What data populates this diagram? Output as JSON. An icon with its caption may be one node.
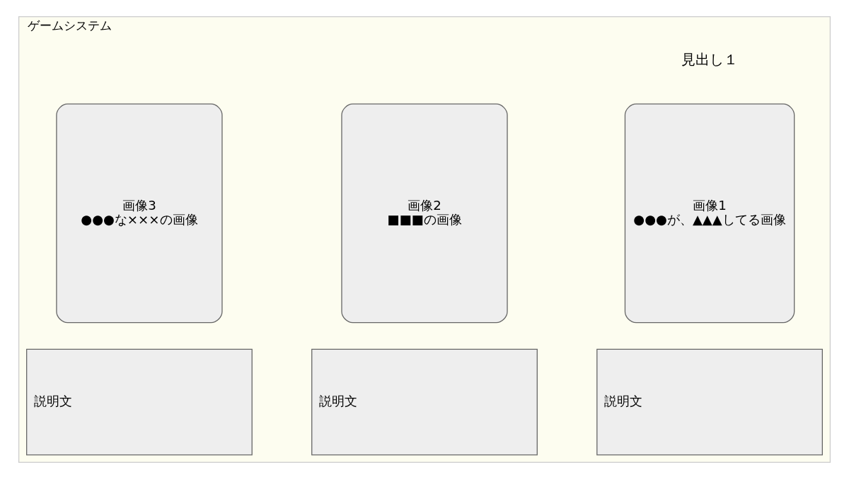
{
  "diagram": {
    "nodes": [
      {
        "text": [
          "ゲームシステム"
        ]
      },
      {
        "text": [
          "画像1",
          "●●●が、▲▲▲してる画像"
        ],
        "in": 0
      },
      {
        "text": [
          "画像2",
          "■■■の画像"
        ],
        "in": 0
      },
      {
        "text": [
          "画像3",
          "●●●な×××の画像"
        ],
        "in": 0
      },
      {
        "text": [
          "説明文"
        ],
        "in": 0
      },
      {
        "text": [
          "説明文"
        ],
        "in": 0
      },
      {
        "text": [
          "説明文"
        ],
        "in": 0
      }
    ],
    "edges": [],
    "labels": [
      "見出し１"
    ]
  }
}
